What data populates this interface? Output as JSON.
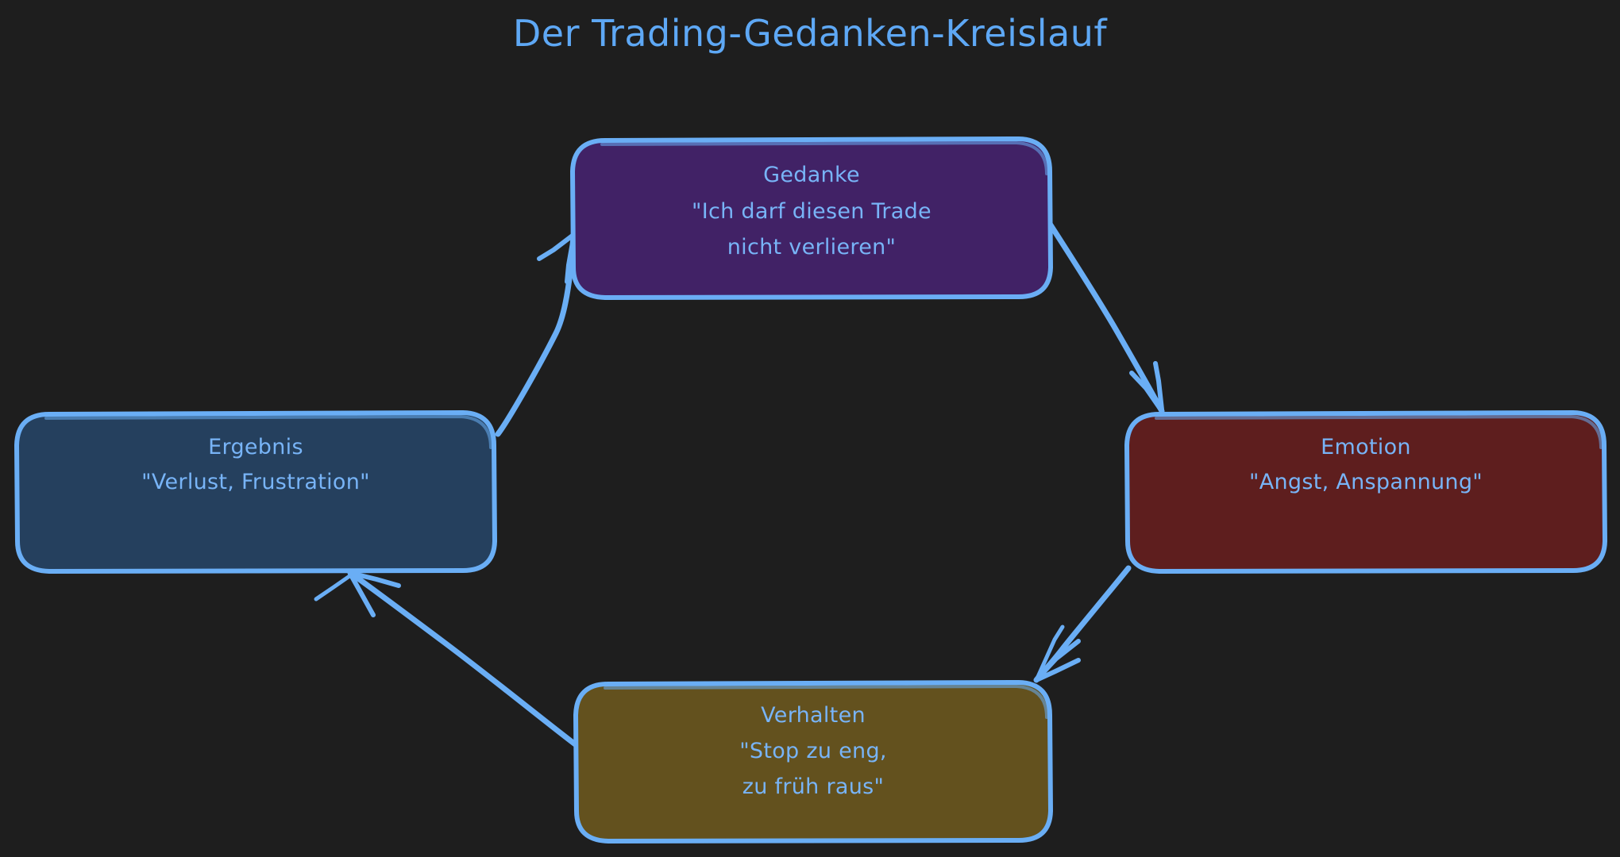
{
  "diagram": {
    "title": "Der Trading-Gedanken-Kreislauf",
    "background_color": "#1e1e1e",
    "stroke_color": "#6aaef5",
    "text_color": "#78b4f7",
    "title_color": "#5ea8f5",
    "style": "hand-drawn",
    "nodes": [
      {
        "id": "gedanke",
        "heading": "Gedanke",
        "line2": "\"Ich darf diesen Trade",
        "line3": "nicht verlieren\"",
        "fill": "#412266",
        "position": "top"
      },
      {
        "id": "emotion",
        "heading": "Emotion",
        "line2": "\"Angst, Anspannung\"",
        "line3": "",
        "fill": "#5e1e1e",
        "position": "right"
      },
      {
        "id": "verhalten",
        "heading": "Verhalten",
        "line2": "\"Stop zu eng,",
        "line3": "zu früh raus\"",
        "fill": "#63511e",
        "position": "bottom"
      },
      {
        "id": "ergebnis",
        "heading": "Ergebnis",
        "line2": "\"Verlust, Frustration\"",
        "line3": "",
        "fill": "#25405e",
        "position": "left"
      }
    ],
    "edges": [
      {
        "id": "gedanke-emotion",
        "from": "Gedanke",
        "to": "Emotion"
      },
      {
        "id": "emotion-verhalten",
        "from": "Emotion",
        "to": "Verhalten"
      },
      {
        "id": "verhalten-ergebnis",
        "from": "Verhalten",
        "to": "Ergebnis"
      },
      {
        "id": "ergebnis-gedanke",
        "from": "Ergebnis",
        "to": "Gedanke"
      }
    ]
  }
}
